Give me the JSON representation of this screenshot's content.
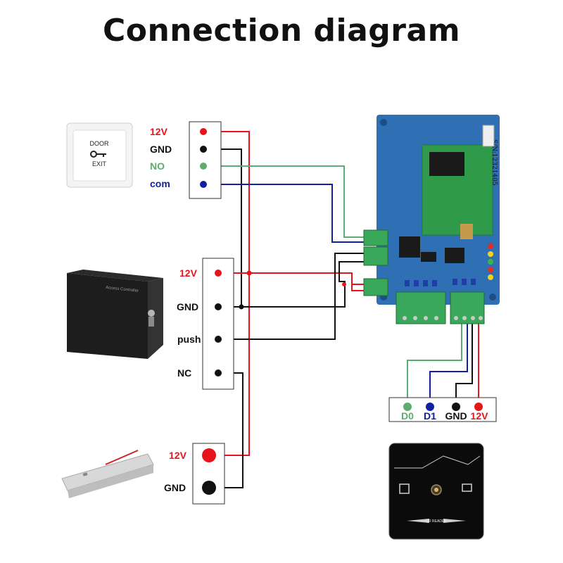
{
  "title": "Connection diagram",
  "colors": {
    "red": "#e8141b",
    "black": "#111111",
    "green": "#5aad6e",
    "blue": "#1020a0",
    "board": "#2f6fb3",
    "module": "#2e9a4a",
    "terminal": "#3aa85a"
  },
  "exit_button": {
    "face_line1": "DOOR",
    "face_line2": "EXIT",
    "terminals": [
      {
        "label": "12V",
        "color": "#e8141b"
      },
      {
        "label": "GND",
        "color": "#111111"
      },
      {
        "label": "NO",
        "color": "#5aad6e"
      },
      {
        "label": "com",
        "color": "#1020a0"
      }
    ]
  },
  "power_supply": {
    "case_label": "Access Controller",
    "terminals": [
      {
        "label": "12V",
        "color": "#e8141b"
      },
      {
        "label": "GND",
        "color": "#111111"
      },
      {
        "label": "push",
        "color": "#111111"
      },
      {
        "label": "NC",
        "color": "#111111"
      }
    ]
  },
  "lock": {
    "terminals": [
      {
        "label": "12V",
        "color": "#e8141b"
      },
      {
        "label": "GND",
        "color": "#111111"
      }
    ]
  },
  "reader": {
    "name": "QR READER",
    "terminals": [
      {
        "label": "D0",
        "color": "#5aad6e"
      },
      {
        "label": "D1",
        "color": "#1020a0"
      },
      {
        "label": "GND",
        "color": "#111111"
      },
      {
        "label": "12V",
        "color": "#e8141b"
      }
    ]
  },
  "board": {
    "serial": "S/N:12321405"
  }
}
